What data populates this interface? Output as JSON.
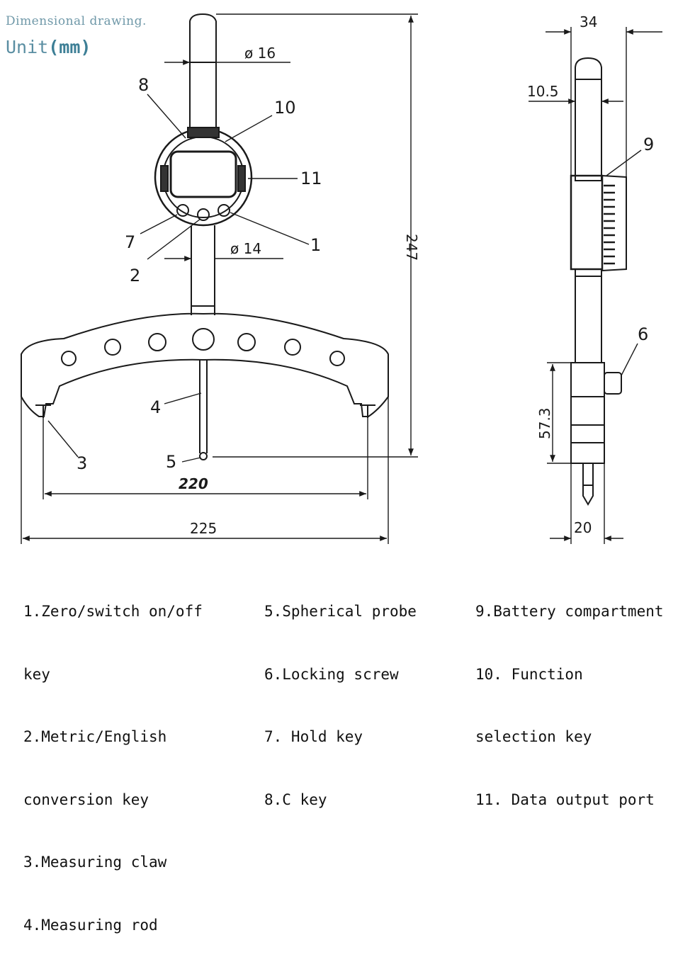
{
  "header": {
    "title": "Dimensional drawing.",
    "unit_prefix": "Unit",
    "unit_value": "(mm)"
  },
  "callouts": {
    "n1": "1",
    "n2": "2",
    "n3": "3",
    "n4": "4",
    "n5": "5",
    "n6": "6",
    "n7": "7",
    "n8": "8",
    "n9": "9",
    "n10": "10",
    "n11": "11"
  },
  "dimensions": {
    "rod_diameter": "ø 16",
    "stem_diameter": "ø 14",
    "total_height": "247",
    "claw_span": "220",
    "total_width": "225",
    "side_width": "34",
    "side_rod": "10.5",
    "lower_height": "57.3",
    "bottom_width": "20"
  },
  "legend": {
    "col1": [
      "1.Zero/switch on/off",
      "key",
      "2.Metric/English",
      "conversion key",
      "3.Measuring claw",
      "4.Measuring rod"
    ],
    "col2": [
      "5.Spherical probe",
      "6.Locking screw",
      "7. Hold key",
      "8.C key"
    ],
    "col3": [
      "9.Battery compartment",
      "10. Function",
      "selection key",
      "11. Data output port"
    ]
  }
}
